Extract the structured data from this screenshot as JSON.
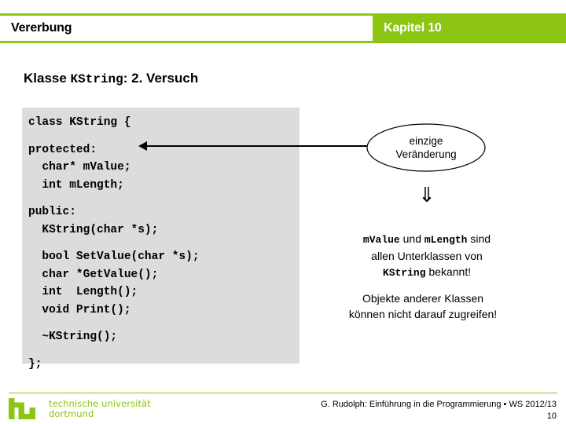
{
  "header": {
    "title": "Vererbung",
    "chapter": "Kapitel 10"
  },
  "slide": {
    "title_prefix": "Klasse ",
    "title_mono": "KString",
    "title_suffix": ": 2. Versuch"
  },
  "code": {
    "lines": [
      "class KString {",
      "",
      "protected:",
      "  char* mValue;",
      "  int mLength;",
      "",
      "public:",
      "  KString(char *s);",
      "",
      "  bool SetValue(char *s);",
      "  char *GetValue();",
      "  int  Length();",
      "  void Print();",
      "",
      "  ~KString();",
      "",
      "};"
    ]
  },
  "callout": {
    "line1": "einzige",
    "line2": "Veränderung",
    "arrow_glyph": "⇓"
  },
  "notes": {
    "note1_part1": "mValue",
    "note1_part2": " und ",
    "note1_part3": "mLength",
    "note1_part4": " sind",
    "note1_line2": "allen Unterklassen von",
    "note1_part5": "KString",
    "note1_part6": " bekannt!",
    "note2_line1": "Objekte anderer Klassen",
    "note2_line2": "können nicht darauf zugreifen!"
  },
  "footer": {
    "logo_line1": "technische universität",
    "logo_line2": "dortmund",
    "credit": "G. Rudolph: Einführung in die Programmierung ▪ WS 2012/13",
    "page_number": "10"
  },
  "colors": {
    "accent_green": "#8CC513",
    "code_bg": "#DCDCDC"
  }
}
